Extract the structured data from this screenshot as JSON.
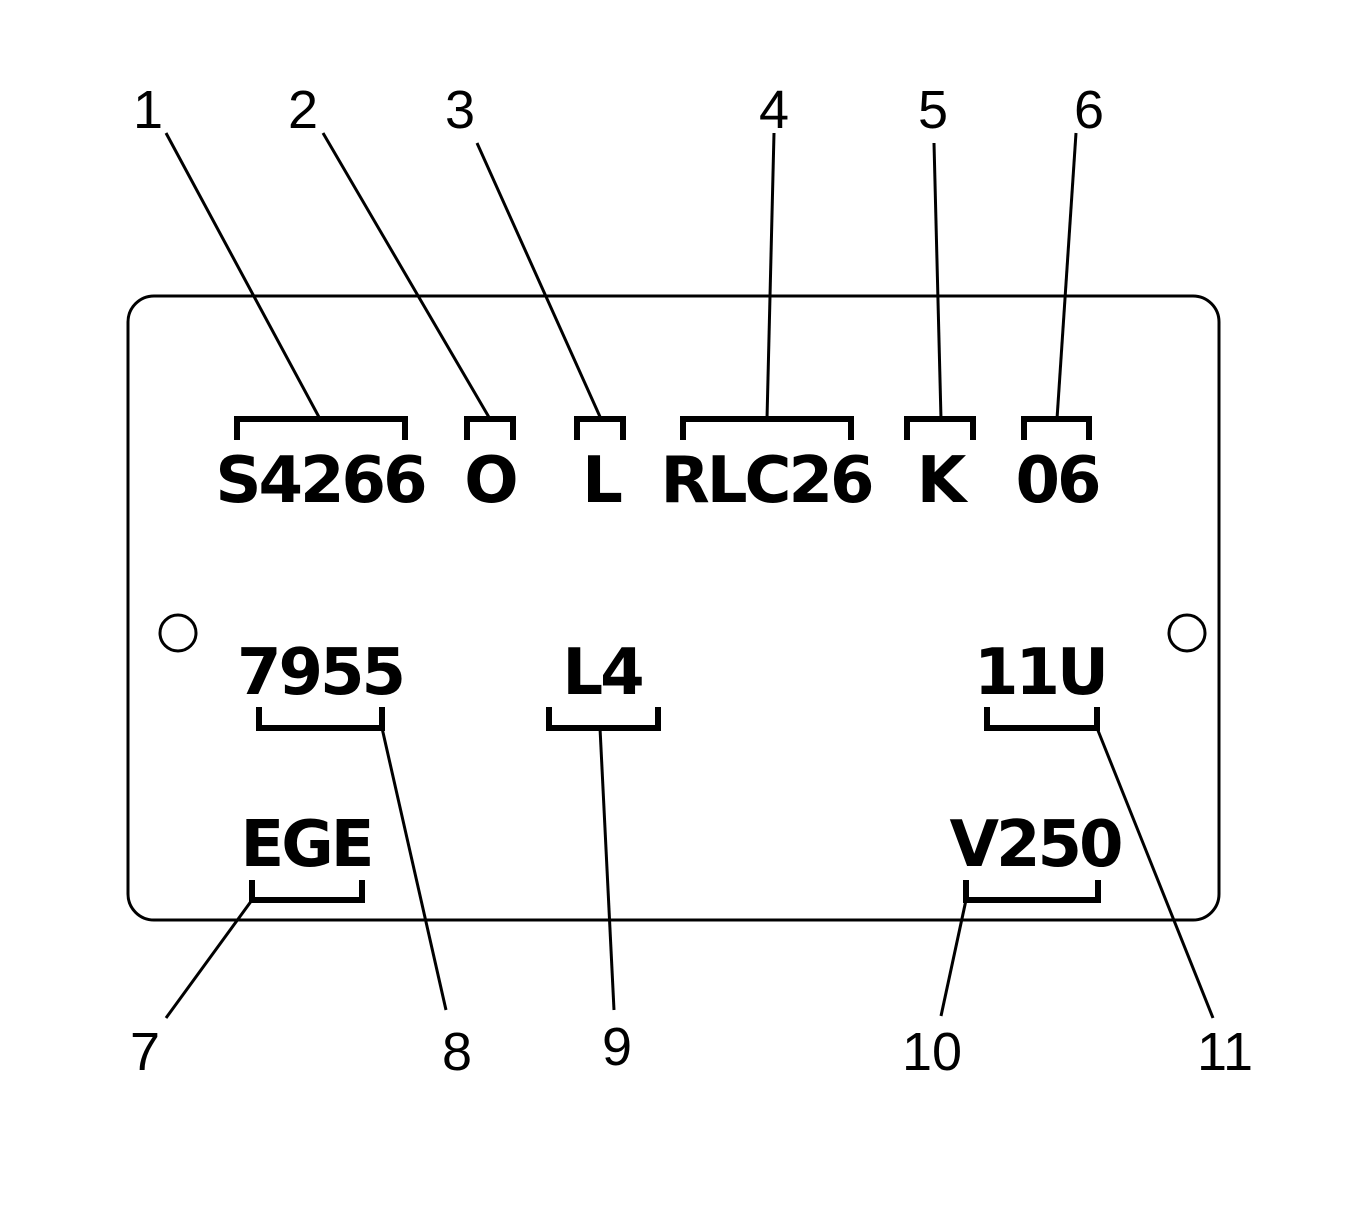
{
  "plate": {
    "top_codes": [
      "S4266",
      "O",
      "L",
      "RLC26",
      "K",
      "06"
    ],
    "middle_codes": [
      "7955",
      "L4",
      "11U"
    ],
    "bottom_codes": [
      "EGE",
      "V250"
    ]
  },
  "callouts": [
    "1",
    "2",
    "3",
    "4",
    "5",
    "6",
    "7",
    "8",
    "9",
    "10",
    "11"
  ]
}
